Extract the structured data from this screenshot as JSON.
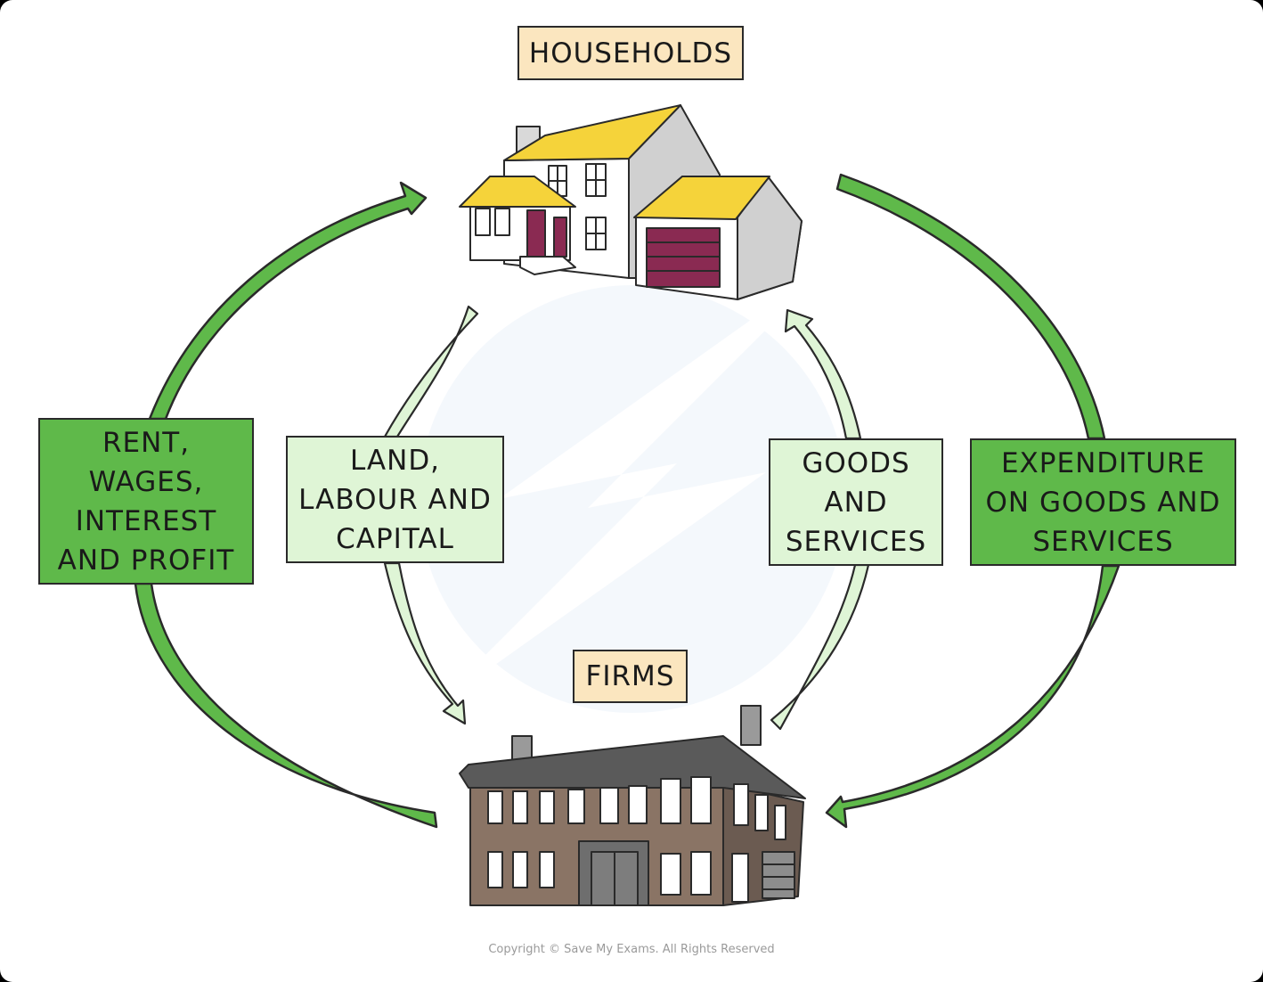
{
  "nodes": {
    "households": "HOUSEHOLDS",
    "firms": "FIRMS"
  },
  "flows": {
    "factor_payments": "RENT,\nWAGES,\nINTEREST\nAND PROFIT",
    "factors_of_production": "LAND,\nLABOUR AND\nCAPITAL",
    "goods_and_services": "GOODS\nAND\nSERVICES",
    "expenditure": "EXPENDITURE\nON GOODS AND\nSERVICES"
  },
  "copyright": "Copyright © Save My Exams. All Rights Reserved",
  "colors": {
    "title_fill": "#fbe6bf",
    "money_flow": "#5fb94a",
    "real_flow": "#dff5d6",
    "roof": "#f5d33a",
    "door": "#8a2a52",
    "brick": "#8a7465"
  },
  "icons": [
    "house-icon",
    "factory-icon",
    "watermark-logo"
  ]
}
